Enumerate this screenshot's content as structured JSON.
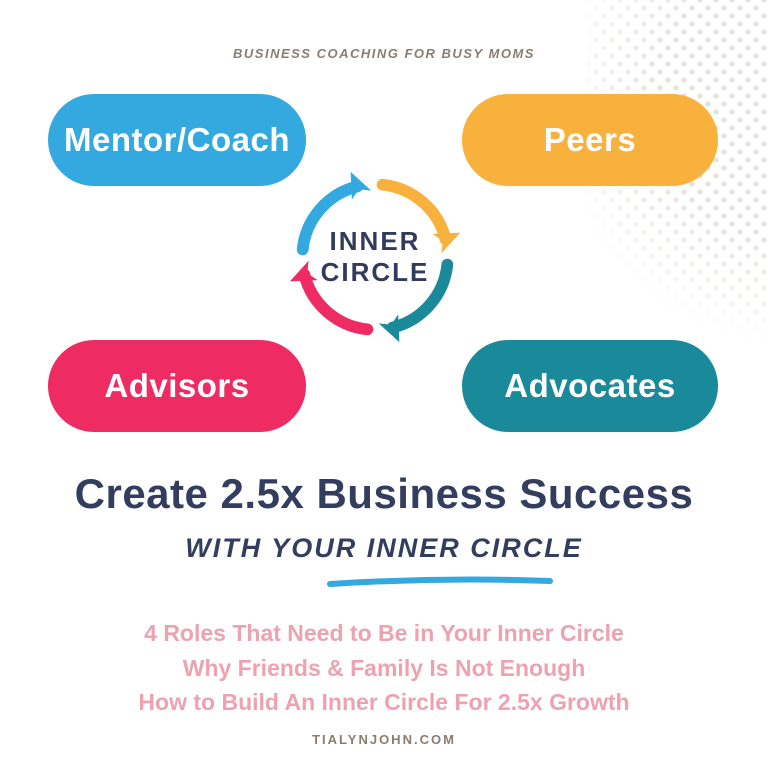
{
  "tagline": "BUSINESS COACHING FOR BUSY MOMS",
  "diagram": {
    "center": {
      "line1": "INNER",
      "line2": "CIRCLE"
    },
    "nodes": [
      {
        "label": "Mentor/Coach",
        "position": "top-left",
        "color": "#33A9E0"
      },
      {
        "label": "Peers",
        "position": "top-right",
        "color": "#F8B13D"
      },
      {
        "label": "Advisors",
        "position": "bottom-left",
        "color": "#EE2B63"
      },
      {
        "label": "Advocates",
        "position": "bottom-right",
        "color": "#1A8A9B"
      }
    ]
  },
  "headline": {
    "title": "Create 2.5x Business Success",
    "subtitle": "WITH YOUR INNER CIRCLE"
  },
  "bullets": [
    "4 Roles That Need to Be in Your Inner Circle",
    "Why Friends & Family Is Not Enough",
    "How to Build An Inner Circle For 2.5x Growth"
  ],
  "footer": {
    "url": "TIALYNJOHN.COM"
  },
  "colors": {
    "blue": "#33A9E0",
    "yellow": "#F8B13D",
    "pink": "#EE2B63",
    "teal": "#1A8A9B",
    "navy": "#333E5F",
    "bullet_pink": "#EDA2B1",
    "taupe": "#8A7D6F",
    "background": "#FFFFFF"
  }
}
